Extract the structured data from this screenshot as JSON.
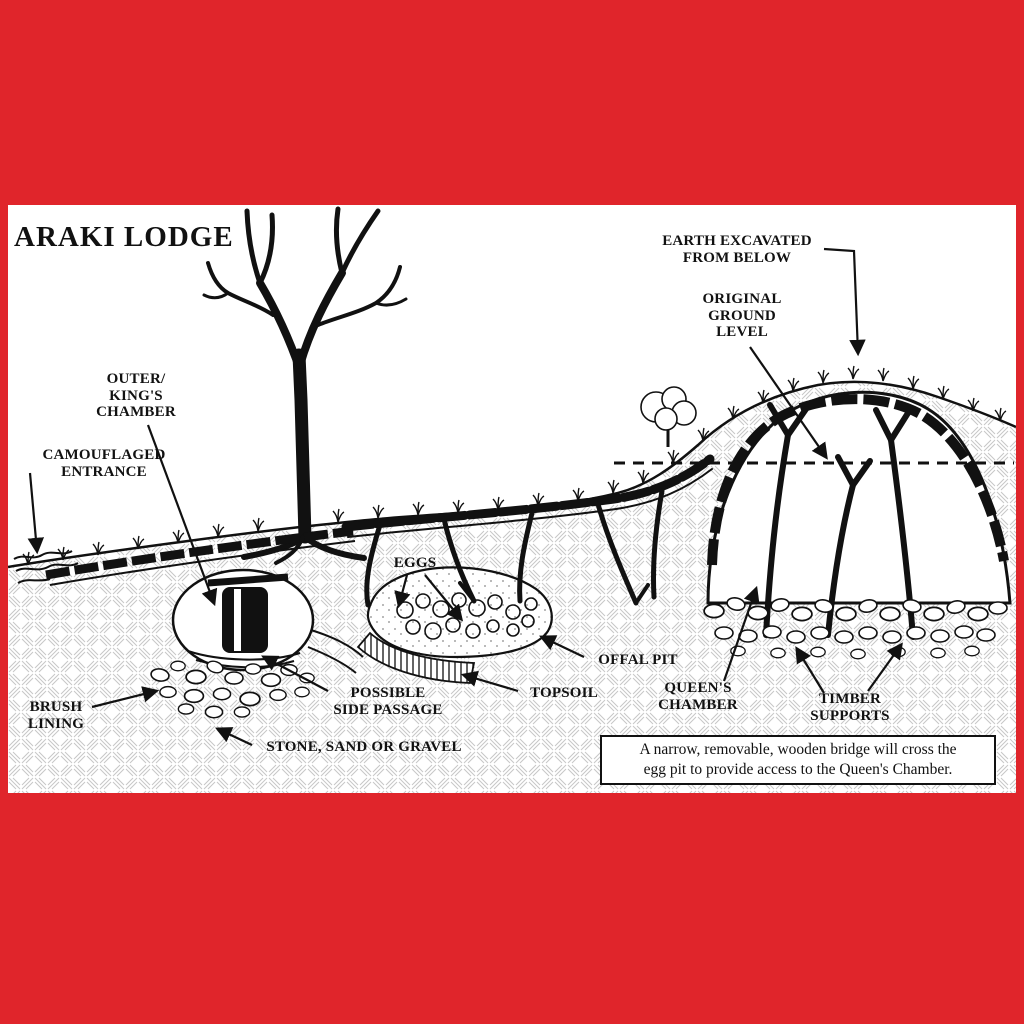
{
  "colors": {
    "background_red": "#e0252b",
    "panel_bg": "#ffffff",
    "ink": "#111111"
  },
  "diagram": {
    "title": "ARAKI LODGE",
    "labels": {
      "earth_excavated": "EARTH EXCAVATED\nFROM BELOW",
      "original_ground_level": "ORIGINAL\nGROUND\nLEVEL",
      "outer_kings_chamber": "OUTER/\nKING'S\nCHAMBER",
      "camouflaged_entrance": "CAMOUFLAGED\nENTRANCE",
      "eggs": "EGGS",
      "offal_pit": "OFFAL PIT",
      "topsoil": "TOPSOIL",
      "queens_chamber": "QUEEN'S\nCHAMBER",
      "timber_supports": "TIMBER\nSUPPORTS",
      "possible_side_passage": "POSSIBLE\nSIDE PASSAGE",
      "brush_lining": "BRUSH\nLINING",
      "stone_sand_gravel": "STONE, SAND OR GRAVEL"
    },
    "note": "A narrow, removable, wooden bridge will cross the\negg pit to provide access to the Queen's Chamber."
  }
}
